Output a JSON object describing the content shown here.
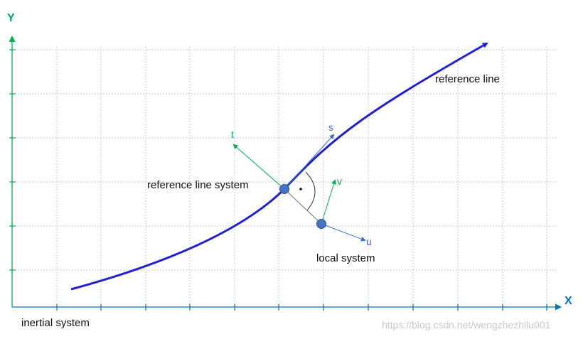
{
  "axes": {
    "x_label": "X",
    "y_label": "Y",
    "x_color": "#0070c0",
    "y_color": "#00b050"
  },
  "labels": {
    "reference_line": "reference line",
    "reference_line_system": "reference line system",
    "local_system": "local system",
    "inertial_system": "inertial system"
  },
  "vectors": {
    "s": "s",
    "t": "t",
    "u": "u",
    "v": "v"
  },
  "colors": {
    "curve": "#1f1fd6",
    "point": "#4472c4",
    "t_v": "#00b050",
    "s_u": "#3a6fc4",
    "grid": "#c8c8c8"
  },
  "watermark": "https://blog.csdn.net/wengzhezhilu001"
}
